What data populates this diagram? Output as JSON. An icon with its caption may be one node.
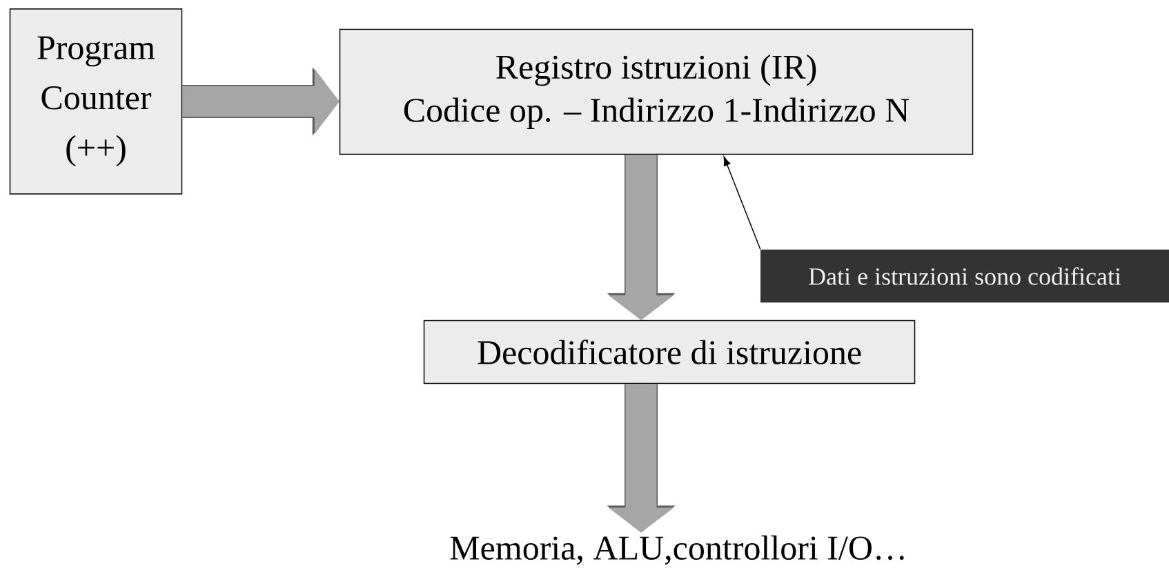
{
  "diagram": {
    "nodes": [
      {
        "text": [
          "Program Counter (++)"
        ]
      },
      {
        "text": [
          "Registro istruzioni (IR)",
          "Codice op. – Indirizzo 1-Indirizzo N"
        ]
      },
      {
        "text": [
          "Decodificatore di istruzione"
        ]
      },
      {
        "text": [
          "Memoria, ALU,controllori I/O…"
        ]
      },
      {
        "text": [
          "Dati e istruzioni sono codificati"
        ]
      }
    ],
    "edges": [
      {
        "from": 0,
        "to": 1,
        "arrow": "to"
      },
      {
        "from": 1,
        "to": 2,
        "arrow": "to"
      },
      {
        "from": 2,
        "to": 3,
        "arrow": "to"
      },
      {
        "from": 4,
        "to": 1,
        "arrow": "to",
        "color": "#000000"
      }
    ]
  }
}
